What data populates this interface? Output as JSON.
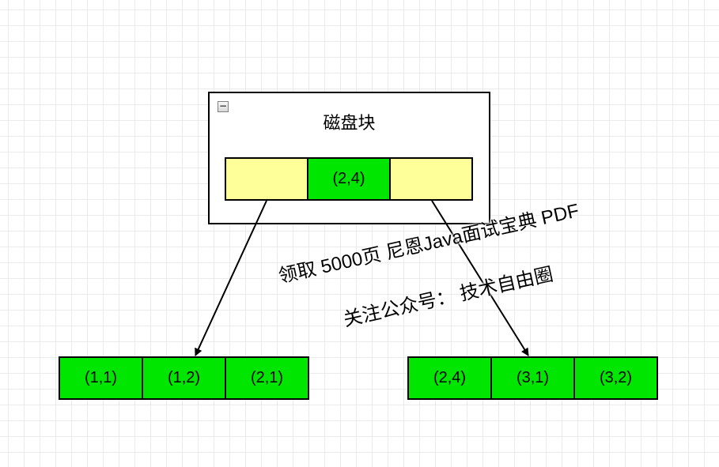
{
  "disk_block": {
    "title": "磁盘块",
    "collapse_symbol": "−",
    "cells": [
      "",
      "(2,4)",
      ""
    ]
  },
  "children": {
    "left": [
      "(1,1)",
      "(1,2)",
      "(2,1)"
    ],
    "right": [
      "(2,4)",
      "(3,1)",
      "(3,2)"
    ]
  },
  "watermark": {
    "line1": "领取 5000页 尼恩Java面试宝典 PDF",
    "line2": "关注公众号： 技术自由圈"
  },
  "colors": {
    "key_cell": "#00e600",
    "pointer_cell": "#ffff99",
    "border": "#000000"
  }
}
